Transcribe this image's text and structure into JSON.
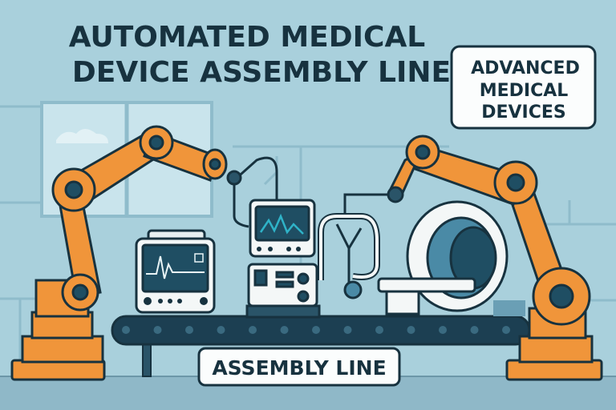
{
  "title": {
    "line1": "AUTOMATED MEDICAL",
    "line2": "DEVICE ASSEMBLY LINE"
  },
  "sign": {
    "line1": "ADVANCED",
    "line2": "MEDICAL",
    "line3": "DEVICES"
  },
  "assembly_label": "ASSEMBLY LINE",
  "colors": {
    "background": "#a9d0dc",
    "outline": "#17323f",
    "robot": "#f0953a",
    "floor": "#8fb8c8",
    "screen": "#1f4e63",
    "wave": "#2fb3c8"
  }
}
